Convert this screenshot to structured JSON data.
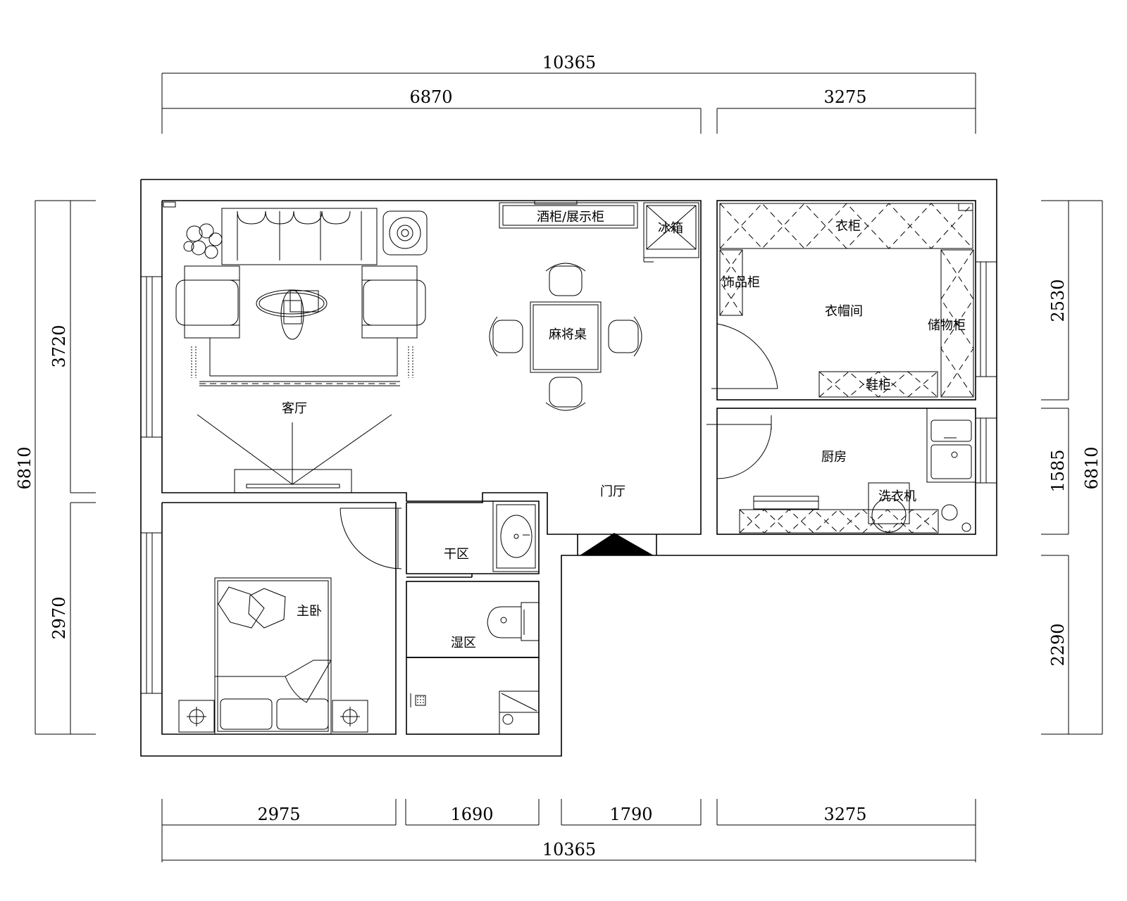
{
  "dimensions": {
    "top_total": "10365",
    "top_left": "6870",
    "top_right": "3275",
    "bottom_1": "2975",
    "bottom_2": "1690",
    "bottom_3": "1790",
    "bottom_4": "3275",
    "bottom_total": "10365",
    "left_total": "6810",
    "left_upper": "3720",
    "left_lower": "2970",
    "right_1": "2530",
    "right_2": "1585",
    "right_3": "2290",
    "right_total": "6810"
  },
  "rooms": {
    "living_room": "客厅",
    "wine_cabinet": "酒柜/展示柜",
    "fridge": "冰箱",
    "mahjong_table": "麻将桌",
    "foyer": "门厅",
    "wardrobe": "衣柜",
    "decor_cabinet": "饰品柜",
    "cloakroom": "衣帽间",
    "storage_cabinet": "储物柜",
    "shoe_cabinet": "鞋柜",
    "kitchen": "厨房",
    "washing_machine": "洗衣机",
    "dry_area": "干区",
    "wet_area": "湿区",
    "master_bedroom": "主卧"
  }
}
